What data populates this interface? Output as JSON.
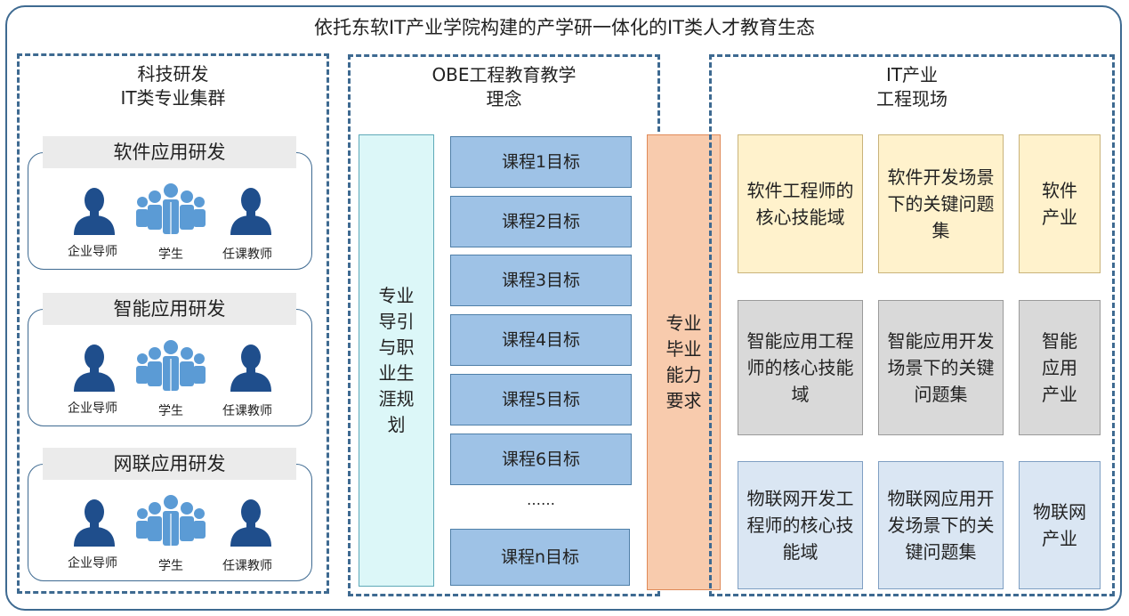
{
  "title": "依托东软IT产业学院构建的产学研一体化的IT类人才教育生态",
  "left": {
    "title_line1": "科技研发",
    "title_line2": "IT类专业集群",
    "groups": [
      {
        "label": "软件应用研发"
      },
      {
        "label": "智能应用研发"
      },
      {
        "label": "网联应用研发"
      }
    ],
    "people": {
      "mentor": "企业导师",
      "student": "学生",
      "teacher": "任课教师"
    }
  },
  "middle": {
    "title_line1": "OBE工程教育教学",
    "title_line2": "理念",
    "guide_text": "专业导引与职业生涯规划",
    "courses": [
      "课程1目标",
      "课程2目标",
      "课程3目标",
      "课程4目标",
      "课程5目标",
      "课程6目标"
    ],
    "ellipsis": "……",
    "course_n": "课程n目标",
    "grad_text": "专业毕业能力要求"
  },
  "right": {
    "title_line1": "IT产业",
    "title_line2": "工程现场",
    "rows": [
      [
        "软件工程师的核心技能域",
        "软件开发场景下的关键问题集",
        "软件产业"
      ],
      [
        "智能应用工程师的核心技能域",
        "智能应用开发场景下的关键问题集",
        "智能应用产业"
      ],
      [
        "物联网开发工程师的核心技能域",
        "物联网应用开发场景下的关键问题集",
        "物联网产业"
      ]
    ]
  },
  "colors": {
    "frame": "#3e6a91",
    "course_fill": "#9ec2e6",
    "guide_fill": "#dcf7f8",
    "grad_fill": "#f8cbad",
    "row1_fill": "#fff2cc",
    "row2_fill": "#d9d9d9",
    "row3_fill": "#dae6f3",
    "person_dark": "#1f4e8c",
    "person_light": "#5b9bd5"
  }
}
